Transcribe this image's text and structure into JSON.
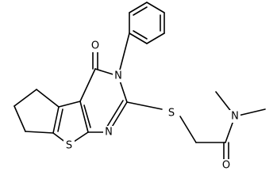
{
  "structure": {
    "type": "skeletal-formula",
    "atoms": {
      "ketone_oxygen": "O",
      "ring_nitrogen": "N",
      "pyrimidine_nitrogen": "N",
      "thioether_sulfur": "S",
      "thiophene_sulfur": "S",
      "amide_nitrogen": "N",
      "amide_oxygen": "O"
    },
    "colors": {
      "bond": "#000000",
      "label": "#000000",
      "background": "#ffffff"
    }
  }
}
